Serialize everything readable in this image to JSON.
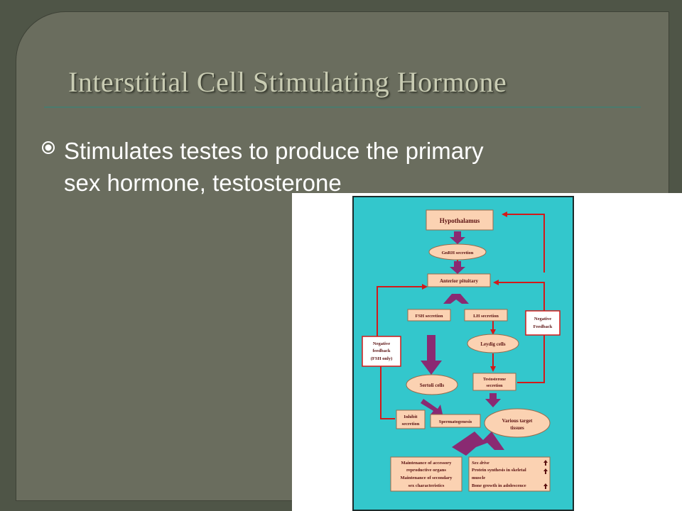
{
  "slide": {
    "title": "Interstitial Cell Stimulating Hormone",
    "bullets": [
      {
        "line1": "Stimulates testes to produce the primary",
        "line2": "sex hormone, testosterone"
      }
    ]
  },
  "diagram": {
    "hypothalamus": "Hypothalamus",
    "gnrh": "GnRH secretion",
    "anterior_pituitary": "Anterior pituitary",
    "fsh": "FSH secretion",
    "lh": "LH secretion",
    "leydig": "Leydig cells",
    "testosterone_l1": "Testosterone",
    "testosterone_l2": "secretion",
    "sertoli": "Sertoli cells",
    "inhibit_l1": "Inhibit",
    "inhibit_l2": "secretion",
    "spermatogenesis": "Spermatogenesis",
    "targets_l1": "Various target",
    "targets_l2": "tissues",
    "neg_fb_left_l1": "Negative",
    "neg_fb_left_l2": "feedback",
    "neg_fb_left_l3": "(FSH only)",
    "neg_fb_right_l1": "Negative",
    "neg_fb_right_l2": "Feedback",
    "box_left_l1": "Maintenance of accessory",
    "box_left_l2": "reproductive organs",
    "box_left_l3": "Maintenance of secondary",
    "box_left_l4": "sex characteristics",
    "box_right_l1": "Sex drive",
    "box_right_l2": "Protein synthesis in skeletal",
    "box_right_l3": "muscle",
    "box_right_l4": "Bone growth in adolescence",
    "colors": {
      "background": "#33c7cc",
      "node_fill": "#fbd2b2",
      "arrow": "#d21a1a",
      "big_arrow": "#8a2a72"
    }
  }
}
